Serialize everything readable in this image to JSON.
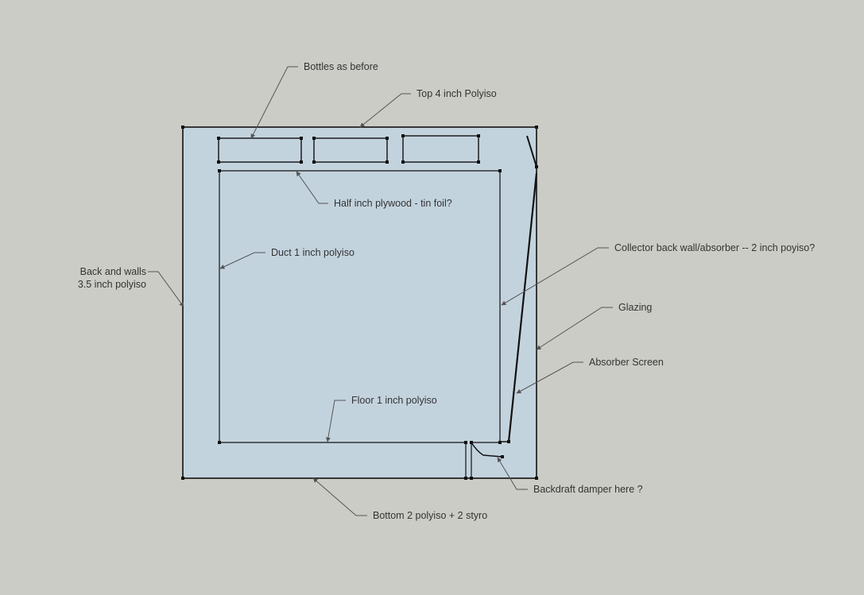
{
  "labels": {
    "bottles": "Bottles as before",
    "top": "Top 4 inch Polyiso",
    "plywood": "Half inch plywood - tin foil?",
    "duct": "Duct 1 inch polyiso",
    "back_walls_line1": "Back and walls",
    "back_walls_line2": "3.5 inch polyiso",
    "collector": "Collector back wall/absorber -- 2 inch poyiso?",
    "glazing": "Glazing",
    "absorber_screen": "Absorber Screen",
    "floor": "Floor 1 inch polyiso",
    "damper": "Backdraft damper here ?",
    "bottom": "Bottom 2 polyiso + 2 styro"
  },
  "colors": {
    "background": "#ccccc6",
    "box_fill": "#c3d3de",
    "outline": "#111111",
    "leader": "#555555",
    "text": "#333333"
  }
}
